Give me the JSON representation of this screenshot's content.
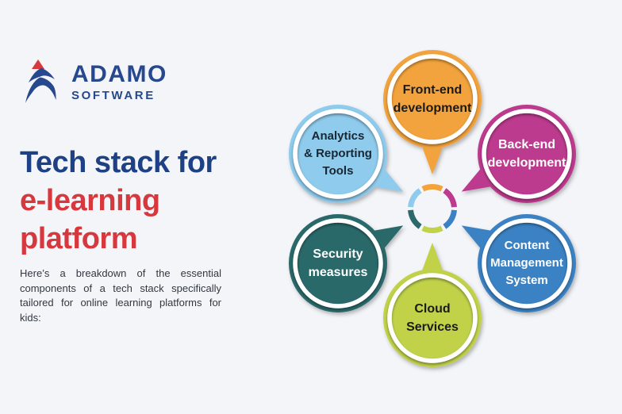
{
  "page": {
    "background": "#f3f5f9"
  },
  "logo": {
    "word": "ADAMO",
    "sub": "SOFTWARE",
    "navy": "#26488e",
    "red": "#d8373d"
  },
  "title": {
    "line1": "Tech stack for",
    "line2": "e-learning",
    "line3": "platform",
    "color_primary": "#1d4184",
    "color_accent": "#d7383d"
  },
  "intro": "Here’s a breakdown of the essential components of a tech stack specifically tailored for online learning platforms for kids:",
  "diagram": {
    "bubbles": [
      {
        "id": "front-end",
        "label": "Front-end\ndevelopment",
        "color": "#f3a33c",
        "text_color": "#1b1b1b"
      },
      {
        "id": "back-end",
        "label": "Back-end\ndevelopment",
        "color": "#bd3a8e",
        "text_color": "#ffffff"
      },
      {
        "id": "cms",
        "label": "Content\nManagement\nSystem",
        "color": "#3b82c4",
        "text_color": "#ffffff"
      },
      {
        "id": "cloud",
        "label": "Cloud\nServices",
        "color": "#c1d24a",
        "text_color": "#1b1b1b"
      },
      {
        "id": "security",
        "label": "Security\nmeasures",
        "color": "#2b696b",
        "text_color": "#ffffff"
      },
      {
        "id": "analytics",
        "label": "Analytics\n& Reporting\nTools",
        "color": "#8fcbec",
        "text_color": "#172733"
      }
    ]
  }
}
